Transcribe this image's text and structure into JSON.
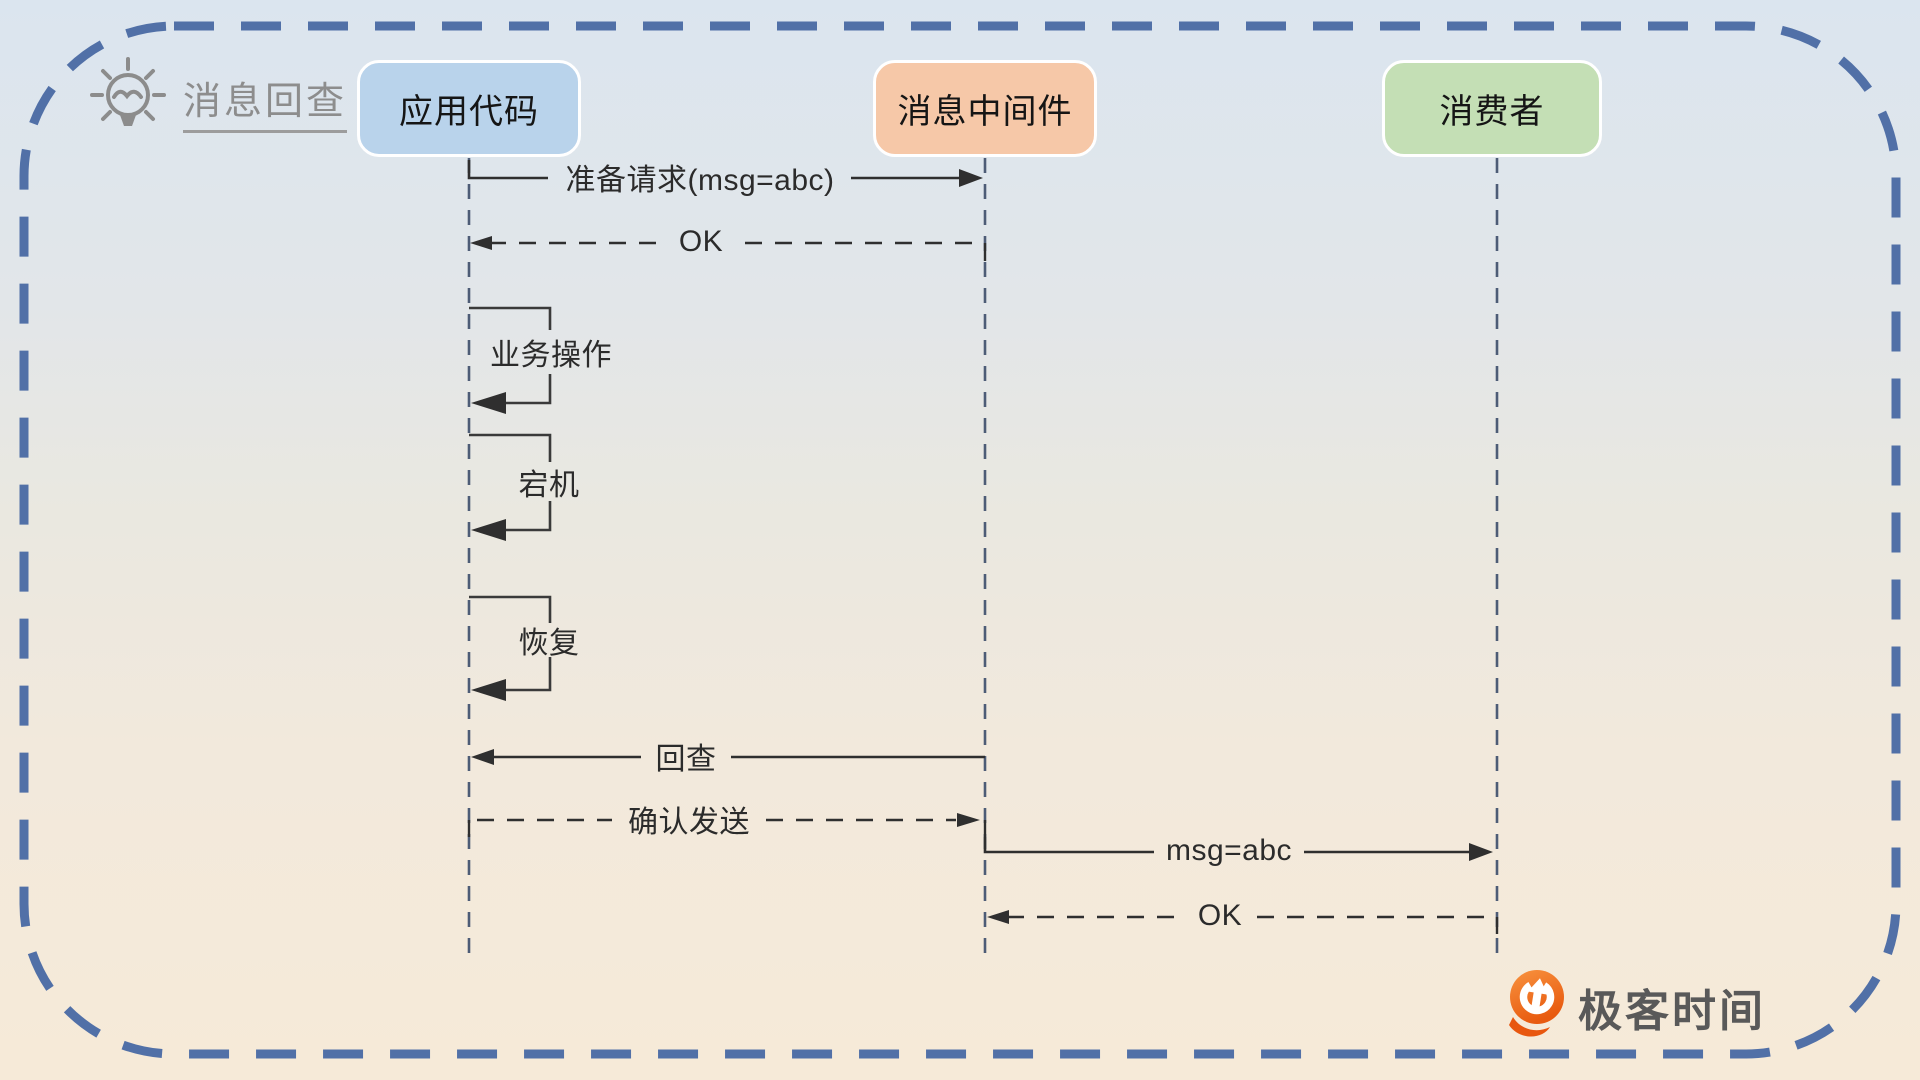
{
  "header": {
    "title": "消息回查",
    "icon": "lightbulb-idea-icon"
  },
  "participants": [
    {
      "id": "app",
      "label": "应用代码",
      "fill": "#b9d3eb"
    },
    {
      "id": "mq",
      "label": "消息中间件",
      "fill": "#f6c8a8"
    },
    {
      "id": "consumer",
      "label": "消费者",
      "fill": "#c4dfb5"
    }
  ],
  "messages": [
    {
      "label": "准备请求(msg=abc)",
      "from": "应用代码",
      "to": "消息中间件",
      "line": "solid"
    },
    {
      "label": "OK",
      "from": "消息中间件",
      "to": "应用代码",
      "line": "dashed"
    },
    {
      "label": "业务操作",
      "from": "应用代码",
      "to": "应用代码",
      "line": "self"
    },
    {
      "label": "宕机",
      "from": "应用代码",
      "to": "应用代码",
      "line": "self"
    },
    {
      "label": "恢复",
      "from": "应用代码",
      "to": "应用代码",
      "line": "self"
    },
    {
      "label": "回查",
      "from": "消息中间件",
      "to": "应用代码",
      "line": "solid"
    },
    {
      "label": "确认发送",
      "from": "应用代码",
      "to": "消息中间件",
      "line": "dashed"
    },
    {
      "label": "msg=abc",
      "from": "消息中间件",
      "to": "消费者",
      "line": "solid"
    },
    {
      "label": "OK",
      "from": "消费者",
      "to": "消息中间件",
      "line": "dashed"
    }
  ],
  "watermark": {
    "text": "极客时间",
    "brand_orange": "#ee6b17",
    "text_color": "#595959"
  },
  "colors": {
    "outer_border": "#5170a7",
    "lifeline": "#4d5c76",
    "message_line": "#2f2f2f",
    "title_gray": "#8d8d8d",
    "bg_top": "#dbe5ef",
    "bg_bottom": "#f6ead8"
  }
}
